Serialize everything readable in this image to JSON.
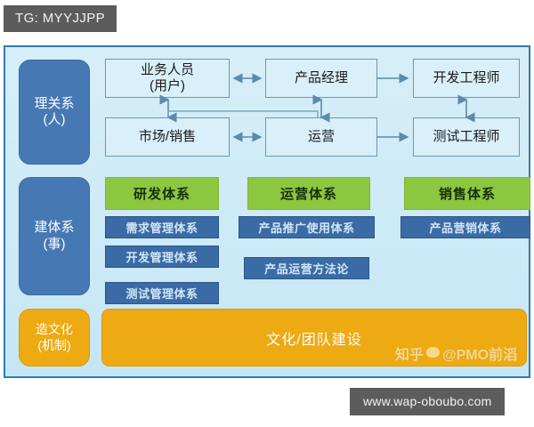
{
  "overlay": {
    "tg_tag": "TG: MYYJJPP",
    "url_tag": "www.wap-oboubo.com"
  },
  "colors": {
    "frame_border": "#2e7bb5",
    "frame_bg": "#cdeaf7",
    "capsule_blue": "#4678b4",
    "capsule_orange": "#eeaa12",
    "role_box": "#d9effa",
    "green_header": "#8dc63f",
    "sub_box": "#3b6ba5",
    "overlay_tag": "#5c5c5c"
  },
  "rows": [
    {
      "id": "people",
      "label": "理关系\n(人)",
      "label_line1": "理关系",
      "label_line2": "(人)",
      "roles": [
        {
          "id": "user",
          "line1": "业务人员",
          "line2": "(用户)"
        },
        {
          "id": "pm",
          "line1": "产品经理",
          "line2": ""
        },
        {
          "id": "dev",
          "line1": "开发工程师",
          "line2": ""
        },
        {
          "id": "market",
          "line1": "市场/销售",
          "line2": ""
        },
        {
          "id": "ops",
          "line1": "运营",
          "line2": ""
        },
        {
          "id": "qa",
          "line1": "测试工程师",
          "line2": ""
        }
      ]
    },
    {
      "id": "system",
      "label_line1": "建体系",
      "label_line2": "(事)",
      "columns": [
        {
          "header": "研发体系",
          "items": [
            "需求管理体系",
            "开发管理体系",
            "测试管理体系"
          ]
        },
        {
          "header": "运营体系",
          "items": [
            "产品推广使用体系",
            "产品运营方法论"
          ]
        },
        {
          "header": "销售体系",
          "items": [
            "产品营销体系"
          ]
        }
      ]
    },
    {
      "id": "culture",
      "label_line1": "造文化",
      "label_line2": "(机制)",
      "bar_text": "文化/团队建设"
    }
  ],
  "watermark": {
    "prefix": "知乎",
    "handle": "@PMO前滔"
  }
}
